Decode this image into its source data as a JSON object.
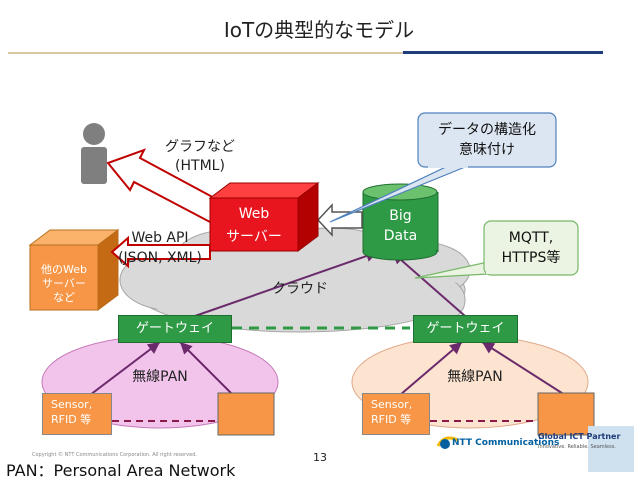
{
  "title": "IoTの典型的なモデル",
  "graph_label": [
    "グラフなど",
    "(HTML)"
  ],
  "webapi_label": [
    "Web API",
    "(JSON, XML)"
  ],
  "web_server": [
    "Web",
    "サーバー"
  ],
  "big_data": [
    "Big",
    "Data"
  ],
  "other_web": [
    "他のWeb",
    "サーバー",
    "など"
  ],
  "cloud_label": "クラウド",
  "gateway_left": "ゲートウェイ",
  "gateway_right": "ゲートウェイ",
  "pan_left": "無線PAN",
  "pan_right": "無線PAN",
  "sensor_left": [
    "Sensor,",
    "RFID 等"
  ],
  "sensor_right": [
    "Sensor,",
    "RFID 等"
  ],
  "callout_data": [
    "データの構造化",
    "意味付け"
  ],
  "callout_mqtt": [
    "MQTT,",
    "HTTPS等"
  ],
  "copyright": "Copyright © NTT Communications Corporation. All right reserved.",
  "page_number": "13",
  "footer": "PAN：Personal Area Network",
  "logo": {
    "brand": "NTT Communications",
    "tagline1": "Global ICT Partner",
    "tagline2": "Innovative. Reliable. Seamless."
  },
  "colors": {
    "accent_navy": "#1f3d7a",
    "web_red": "#e8141e",
    "green": "#2e9a46",
    "orange": "#f79646",
    "pan_pink": "#f2c4ec",
    "pan_peach": "#fde4d0",
    "cloud_gray": "#d9d9d9",
    "callout_blue": "#dce6f2",
    "callout_green": "#ebf4e2",
    "arrow_purple": "#6b2a6b"
  }
}
